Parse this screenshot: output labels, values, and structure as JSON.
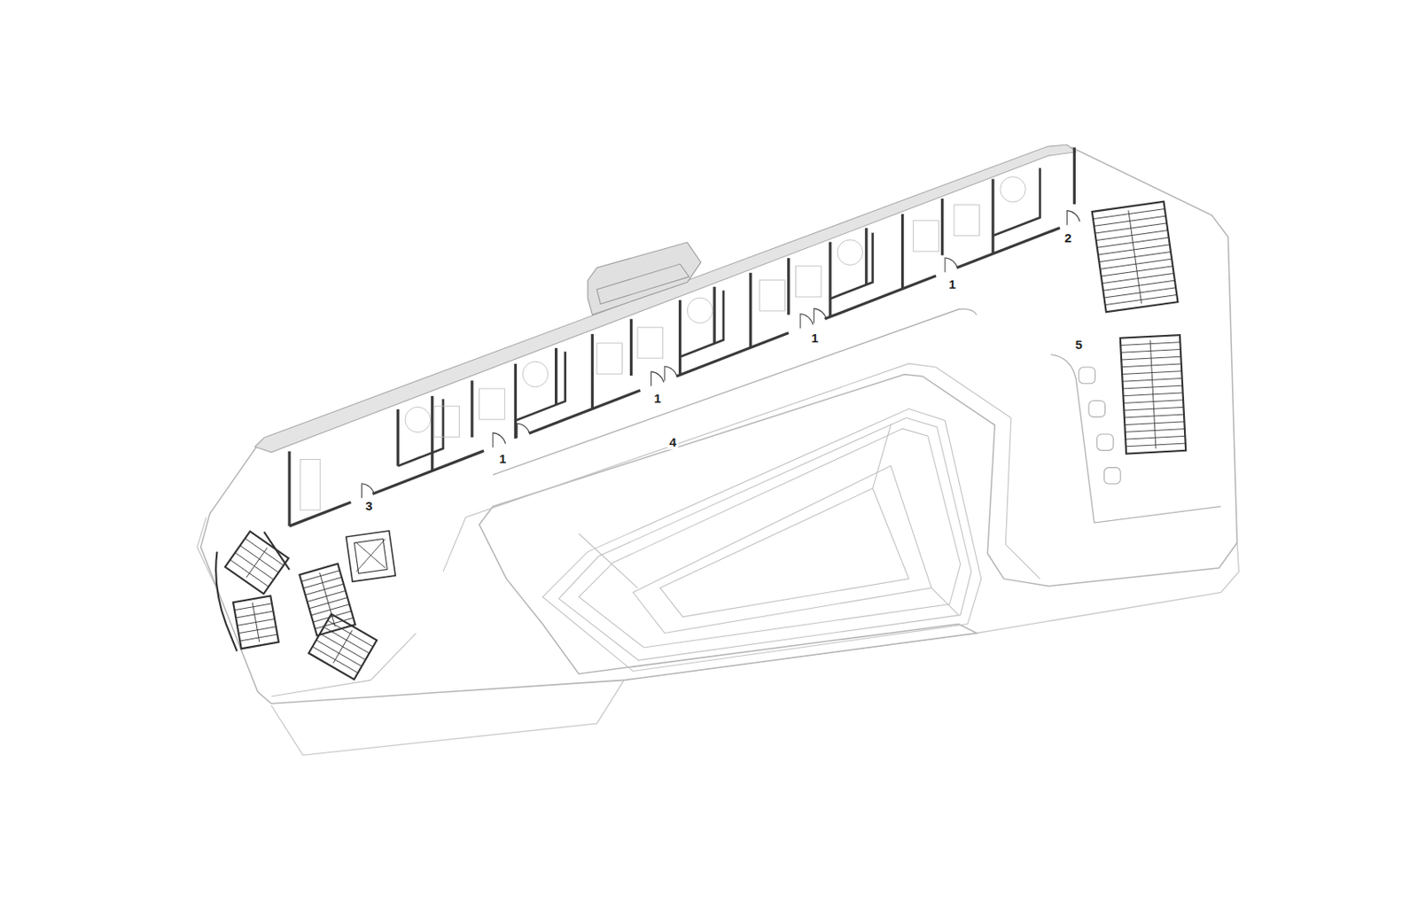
{
  "diagram": {
    "labels": [
      "3",
      "1",
      "1",
      "1",
      "1",
      "2",
      "4",
      "5"
    ]
  }
}
